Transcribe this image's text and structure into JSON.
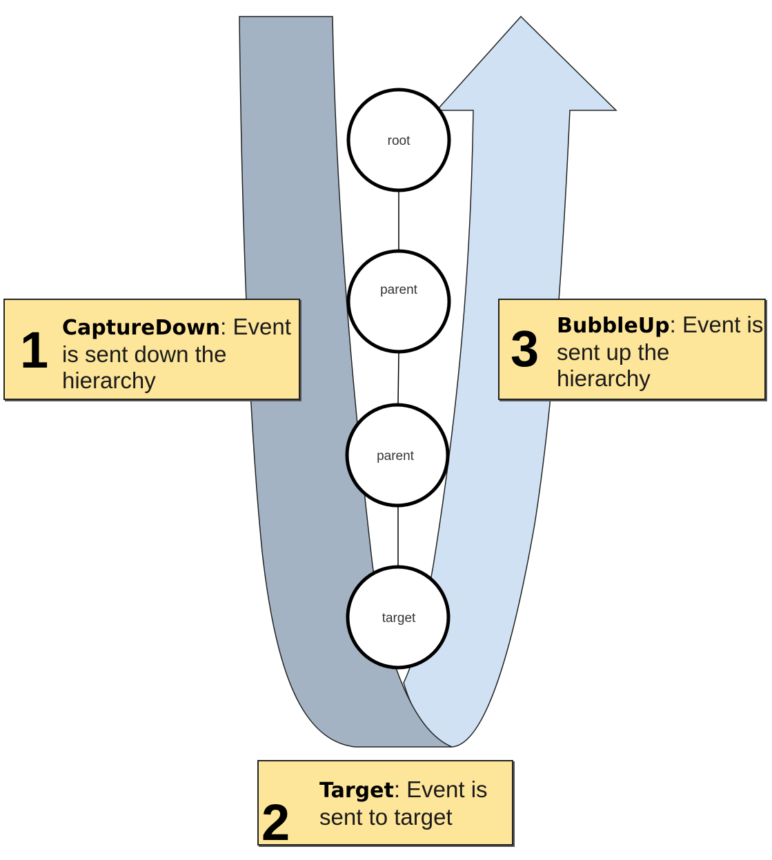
{
  "title": "Event propagation: capture, target, bubble",
  "colors": {
    "capture_band": "#a3b3c4",
    "bubble_arrow": "#cfe1f3",
    "callout_fill": "#fde599",
    "outline": "#222222",
    "node_fill": "#ffffff",
    "node_stroke": "#000000"
  },
  "nodes": [
    {
      "label": "root"
    },
    {
      "label": "parent"
    },
    {
      "label": "parent"
    },
    {
      "label": "target"
    }
  ],
  "phases": [
    {
      "number": "1",
      "name": "CaptureDown",
      "description": ": Event is sent down the hierarchy"
    },
    {
      "number": "2",
      "name": "Target",
      "description": ": Event is sent to target"
    },
    {
      "number": "3",
      "name": "BubbleUp",
      "description": ": Event is sent up the hierarchy"
    }
  ]
}
